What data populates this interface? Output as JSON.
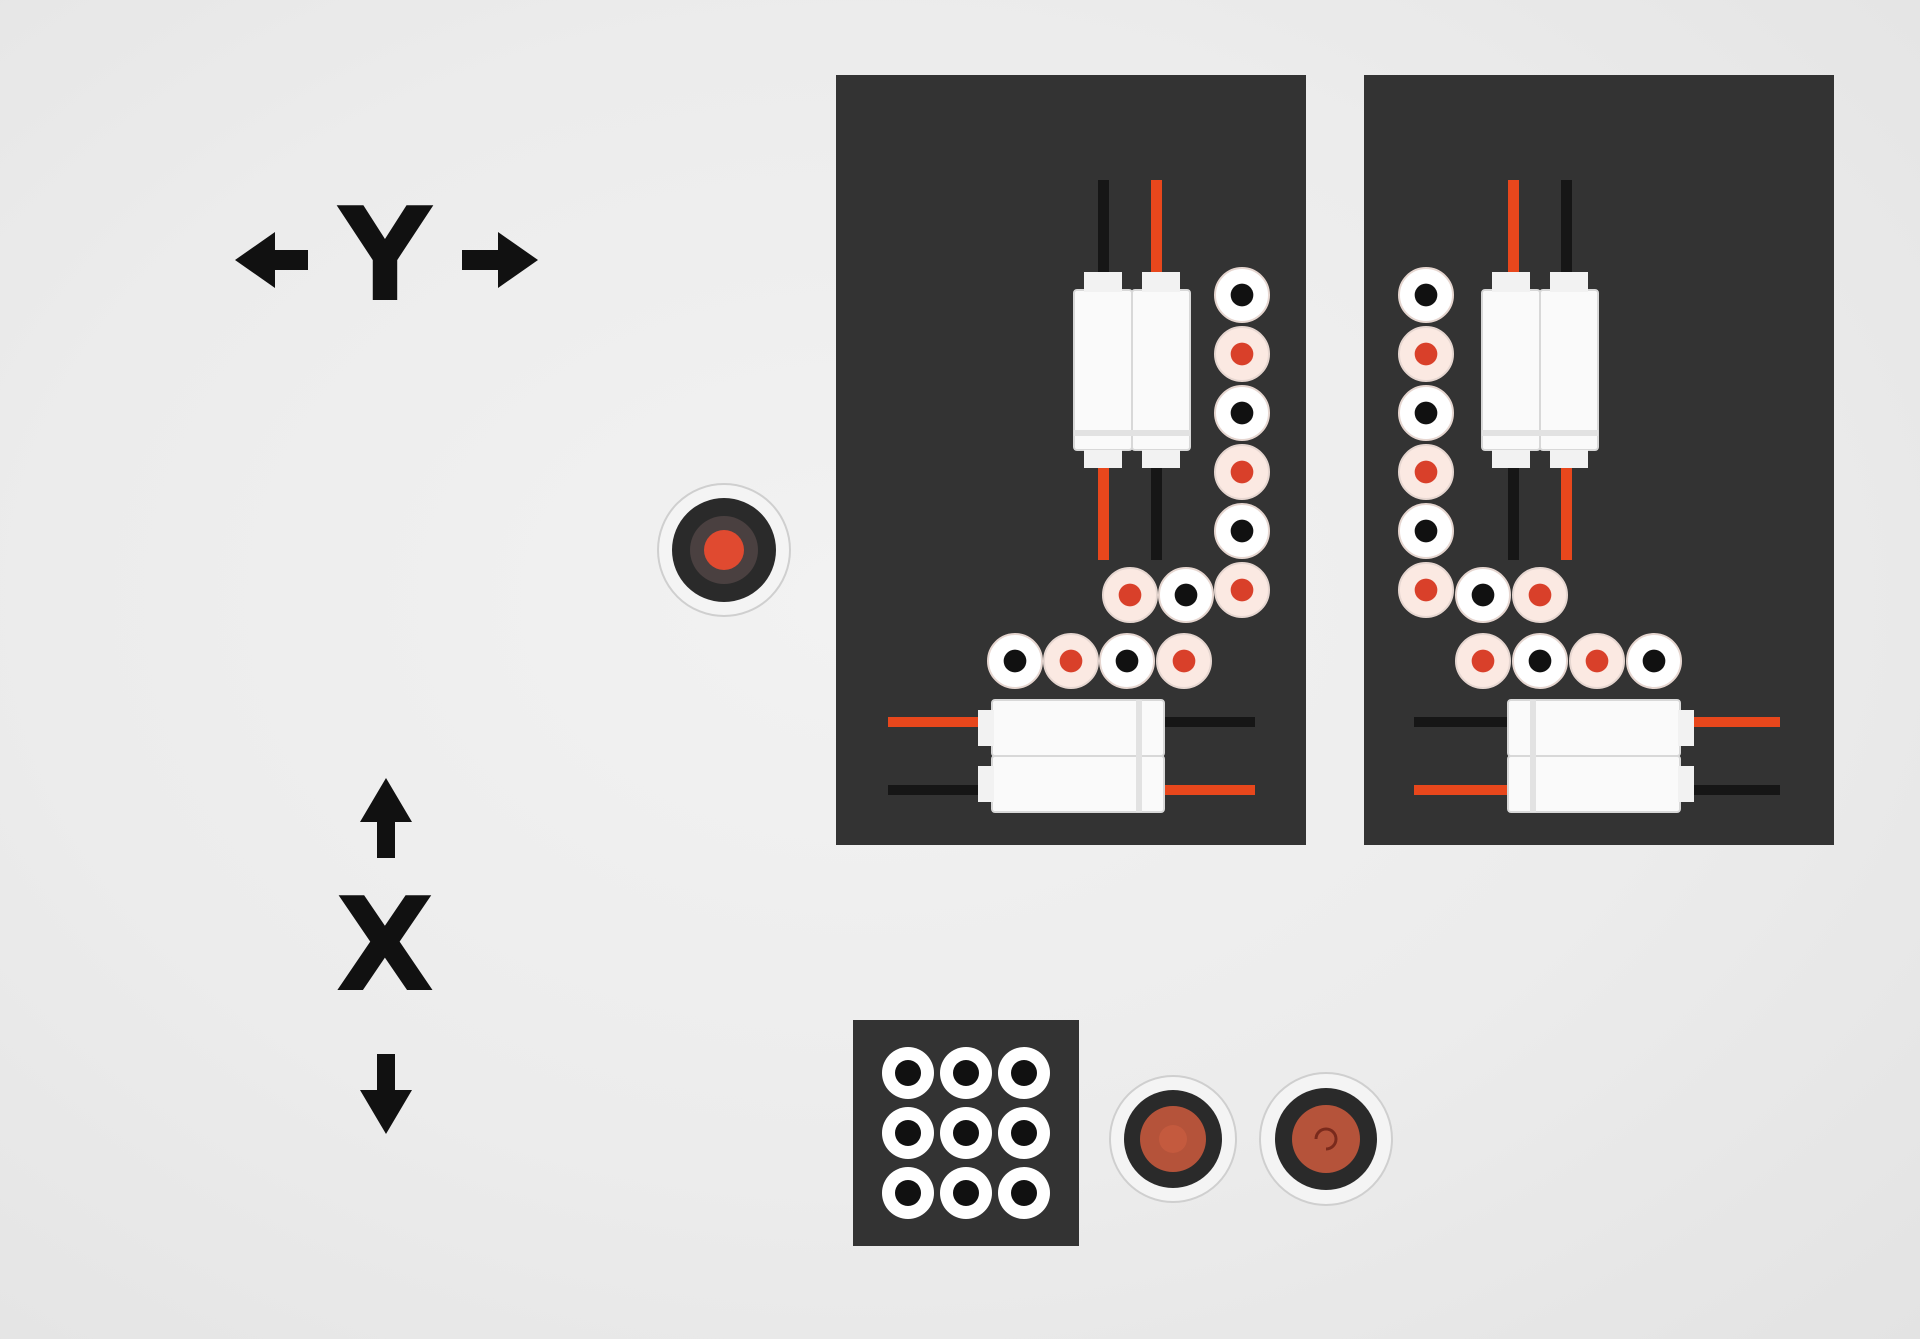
{
  "axes": {
    "y_label": "Y",
    "x_label": "X"
  },
  "icons": {
    "arrow_left": "arrow-left-icon",
    "arrow_right": "arrow-right-icon",
    "arrow_up": "arrow-up-icon",
    "arrow_down": "arrow-down-icon"
  },
  "colors": {
    "panel": "#333333",
    "wire_red": "#e8471c",
    "wire_black": "#161616",
    "terminal_ring": "#ffffff",
    "terminal_red_dot": "#d9402a",
    "terminal_black_dot": "#111111"
  },
  "panels": [
    {
      "name": "left-panel",
      "terminal_column": [
        "black",
        "red",
        "black",
        "red",
        "black",
        "red"
      ],
      "terminal_row_upper": [
        "red",
        "black"
      ],
      "terminal_row_lower": [
        "black",
        "red",
        "black",
        "red"
      ]
    },
    {
      "name": "right-panel",
      "terminal_column": [
        "black",
        "red",
        "black",
        "red",
        "black",
        "red"
      ],
      "terminal_row_upper": [
        "black",
        "red"
      ],
      "terminal_row_lower": [
        "red",
        "black",
        "red",
        "black"
      ]
    }
  ],
  "terminal_block": {
    "rows": 3,
    "cols": 3
  },
  "round_connectors": 3
}
